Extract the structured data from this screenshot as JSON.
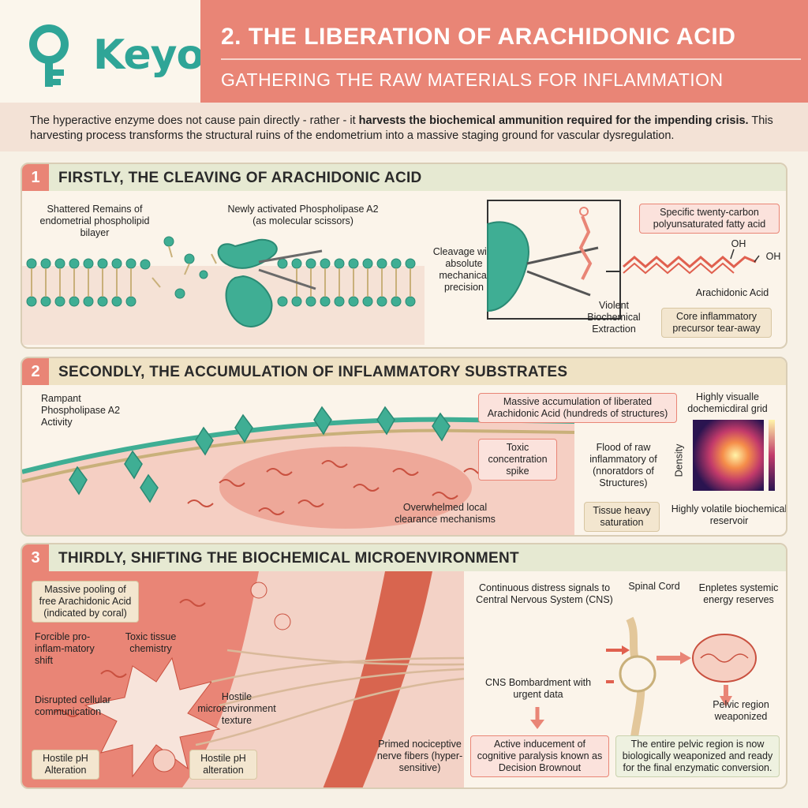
{
  "brand": {
    "name": "Keyora"
  },
  "header": {
    "title": "2. THE LIBERATION OF ARACHIDONIC ACID",
    "subtitle": "GATHERING THE RAW MATERIALS FOR INFLAMMATION"
  },
  "intro": {
    "part1": "The hyperactive enzyme does not cause pain directly - rather - it ",
    "bold": "harvests the biochemical ammunition required for the impending crisis.",
    "part2": " This harvesting process transforms the structural ruins of the endometrium into a massive staging ground for vascular dysregulation."
  },
  "section1": {
    "number": "1",
    "title": "FIRSTLY, THE CLEAVING OF ARACHIDONIC ACID",
    "label_remains": "Shattered Remains of endometrial phospholipid bilayer",
    "label_enzyme": "Newly activated Phospholipase A2 (as molecular scissors)",
    "label_cleavage": "Cleavage with absolute mechanical precision",
    "label_extraction": "Violent Biochemical Extraction",
    "label_specific": "Specific twenty-carbon polyunsaturated fatty acid",
    "label_oh1": "OH",
    "label_oh2": "OH",
    "label_aa": "Arachidonic Acid",
    "label_core": "Core inflammatory precursor tear-away"
  },
  "section2": {
    "number": "2",
    "title": "SECONDLY, THE ACCUMULATION OF INFLAMMATORY SUBSTRATES",
    "label_rampant": "Rampant Phospholipase A2 Activity",
    "label_massive": "Massive accumulation of liberated Arachidonic Acid (hundreds of structures)",
    "label_toxic": "Toxic concentration spike",
    "label_flood": "Flood of raw inflammatory of (nnoratdors of Structures)",
    "label_overwhelmed": "Overwhelmed local clearance mechanisms",
    "label_tissue": "Tissue heavy saturation",
    "label_grid_title": "Highly visualle dochemicdiral grid",
    "label_density": "Density",
    "label_reservoir": "Highly volatile biochemical reservoir"
  },
  "section3": {
    "number": "3",
    "title": "THIRDLY, SHIFTING THE BIOCHEMICAL MICROENVIRONMENT",
    "label_pooling": "Massive pooling of free Arachidonic Acid (indicated by coral)",
    "label_forcible": "Forcible pro-inflam-matory shift",
    "label_toxic_chem": "Toxic tissue chemistry",
    "label_disrupted": "Disrupted cellular communication",
    "label_hostile_micro": "Hostile microenvironment texture",
    "label_ph1": "Hostile pH Alteration",
    "label_ph2": "Hostile pH alteration",
    "label_distress": "Continuous distress signals to Central Nervous System (CNS)",
    "label_spinal": "Spinal Cord",
    "label_depletes": "Enpletes systemic energy reserves",
    "label_bombard": "CNS Bombardment with urgent data",
    "label_primed": "Primed nociceptive nerve fibers (hyper-sensitive)",
    "label_pelvic": "Pelvic region weaponized",
    "label_paralysis": "Active inducement of cognitive paralysis known as Decision Brownout",
    "label_final": "The entire pelvic region is now biologically weaponized and ready for the final enzymatic conversion."
  },
  "colors": {
    "coral": "#e98576",
    "teal": "#2fa597",
    "cream": "#fbf4ea",
    "olive_band": "#e6e9d2",
    "sand_band": "#efe2c4"
  }
}
